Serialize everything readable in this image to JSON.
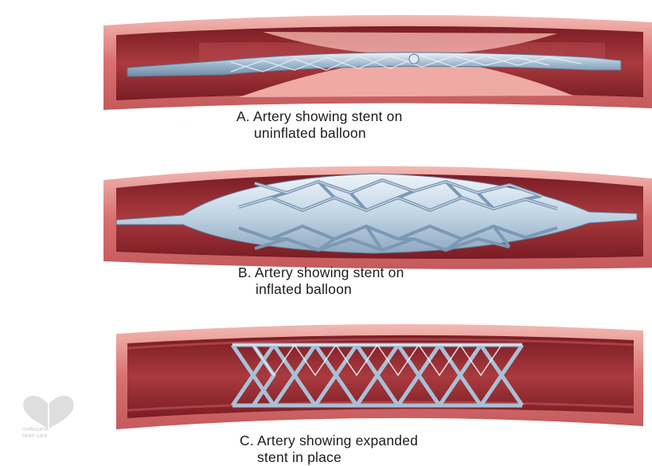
{
  "panels": [
    {
      "letter": "A.",
      "line1": "Artery showing stent on",
      "line2": "uninflated balloon"
    },
    {
      "letter": "B.",
      "line1": "Artery showing stent on",
      "line2": "inflated balloon"
    },
    {
      "letter": "C.",
      "line1": "Artery showing expanded",
      "line2": "stent in place"
    }
  ],
  "logo": {
    "line1": "melbourne",
    "line2": "heart care"
  },
  "colors": {
    "artery_wall": "#d9706f",
    "artery_inner": "#9e2f35",
    "plaque": "#efaaa6",
    "stent": "#a8c0d6",
    "balloon": "#c3d6e6"
  }
}
